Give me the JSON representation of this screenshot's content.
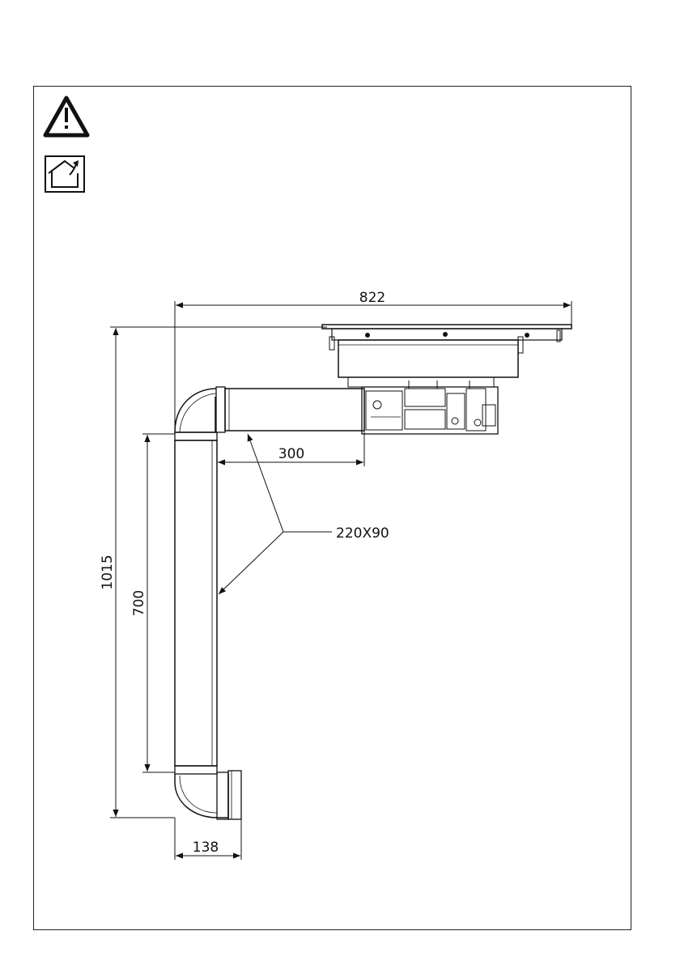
{
  "icons": {
    "warning": "warning-triangle-icon",
    "house": "house-ventilation-icon"
  },
  "dimensions": {
    "width_hob": "822",
    "duct_horizontal": "300",
    "duct_section": "220X90",
    "total_height": "1015",
    "vertical_duct": "700",
    "outlet_width": "138"
  },
  "colors": {
    "line": "#111111",
    "background": "#ffffff"
  }
}
